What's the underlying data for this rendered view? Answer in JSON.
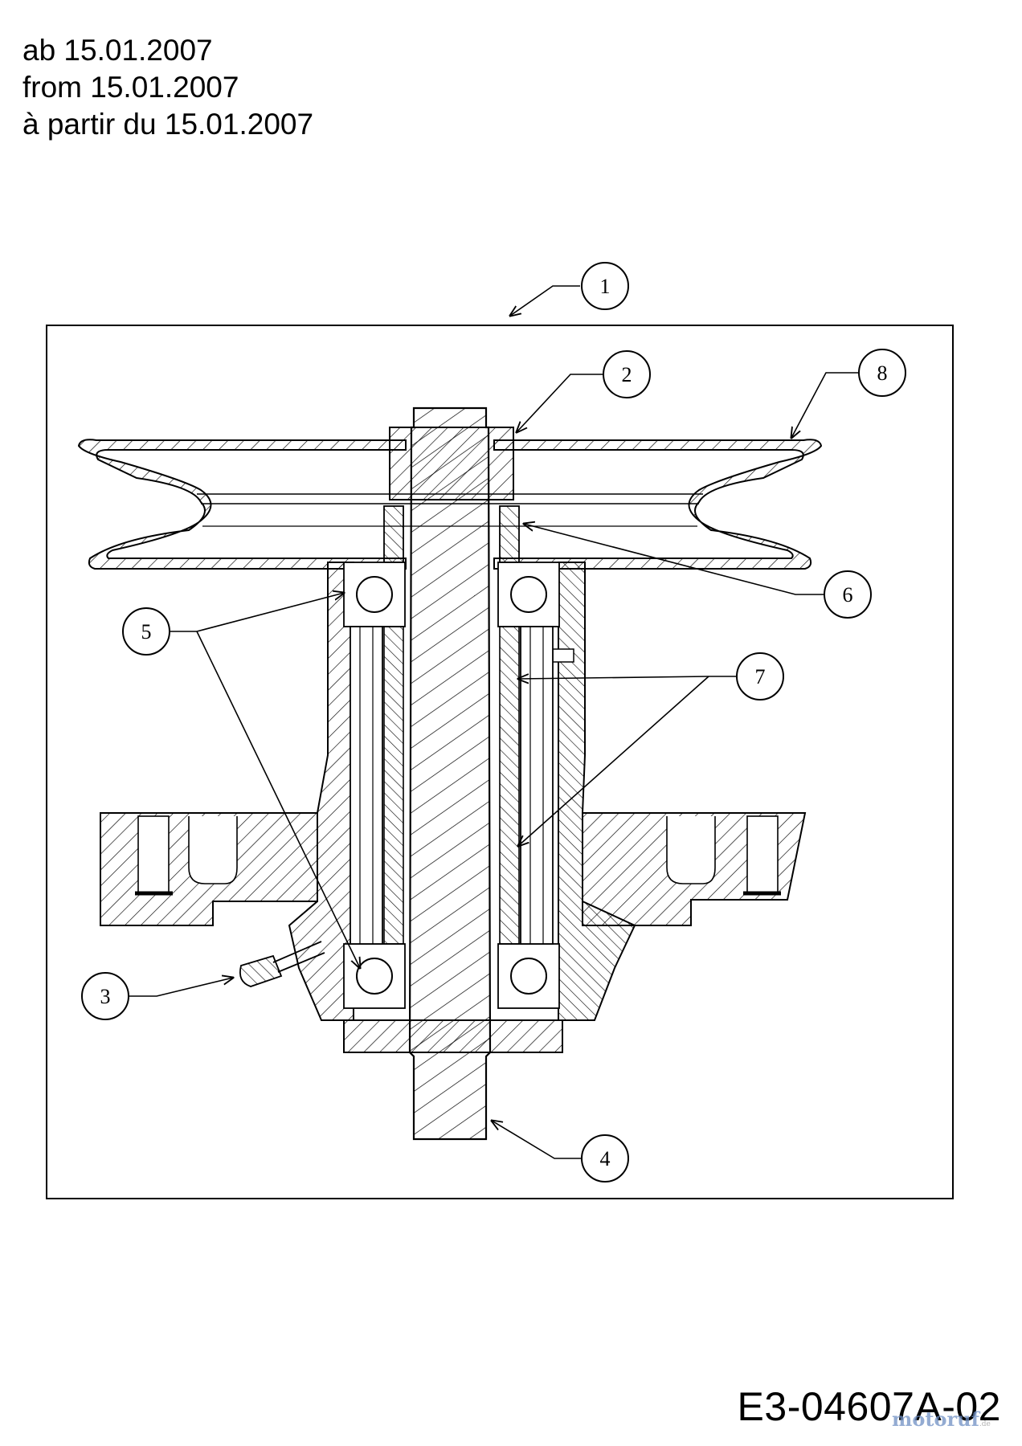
{
  "header": {
    "line_de": "ab 15.01.2007",
    "line_en": "from 15.01.2007",
    "line_fr": "à partir du 15.01.2007"
  },
  "callouts": [
    "1",
    "2",
    "3",
    "4",
    "5",
    "6",
    "7",
    "8"
  ],
  "document_number": "E3-04607A-02",
  "watermark": {
    "brand": "motoruf",
    "suffix": ".de"
  }
}
